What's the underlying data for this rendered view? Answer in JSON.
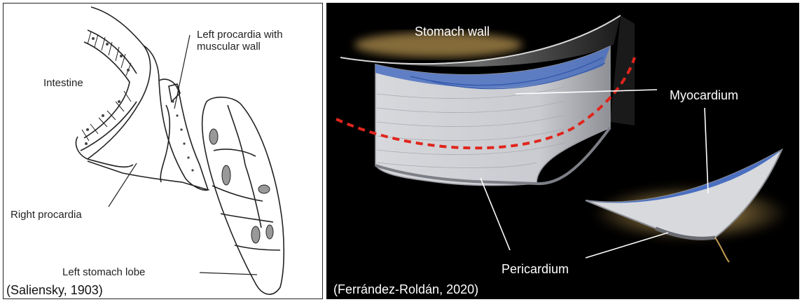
{
  "left": {
    "labels": {
      "intestine": "Intestine",
      "left_procardia": "Left procardia with\nmuscular wall",
      "right_procardia": "Right procardia",
      "left_stomach_lobe": "Left stomach lobe"
    },
    "credit": "(Saliensky, 1903)"
  },
  "right": {
    "labels": {
      "stomach_wall": "Stomach wall",
      "myocardium": "Myocardium",
      "pericardium": "Pericardium"
    },
    "credit": "(Ferrández-Roldán, 2020)"
  },
  "colors": {
    "right_background": "#000000",
    "myocardium_blue": "#4a6fc0",
    "cut_line_red": "#e0251c",
    "glow_yellow": "#f2c46a",
    "line_art": "#222222"
  }
}
